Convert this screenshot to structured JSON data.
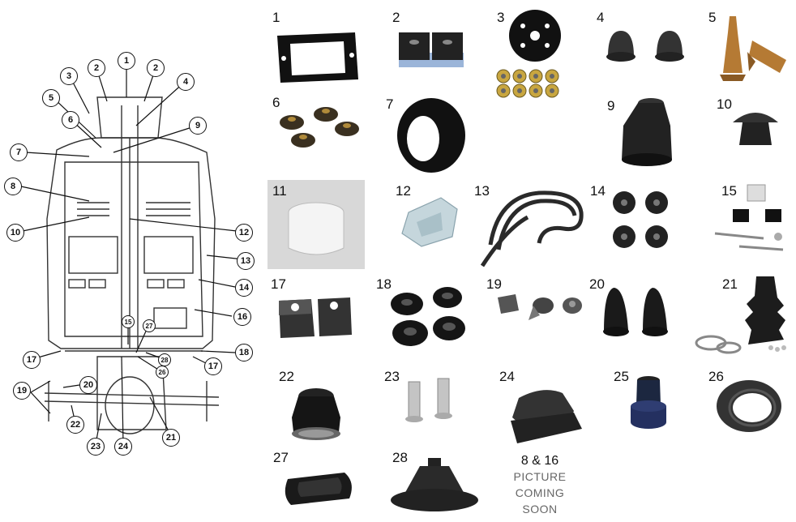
{
  "diagram": {
    "callouts": [
      "1",
      "2",
      "2",
      "3",
      "4",
      "5",
      "6",
      "7",
      "8",
      "9",
      "10",
      "12",
      "13",
      "14",
      "15",
      "16",
      "17",
      "17",
      "18",
      "19",
      "20",
      "21",
      "22",
      "23",
      "24",
      "26",
      "27",
      "28"
    ]
  },
  "parts": [
    {
      "num": "1",
      "icon": "gasket-plate-icon"
    },
    {
      "num": "2",
      "icon": "rubber-pads-icon"
    },
    {
      "num": "3",
      "icon": "coupler-disc-icon"
    },
    {
      "num": "4",
      "icon": "bump-stop-icon"
    },
    {
      "num": "5",
      "icon": "brass-fittings-icon"
    },
    {
      "num": "6",
      "icon": "bushing-set-icon"
    },
    {
      "num": "7",
      "icon": "rubber-ring-icon"
    },
    {
      "num": "9",
      "icon": "rubber-boot-icon"
    },
    {
      "num": "10",
      "icon": "mushroom-grommet-icon"
    },
    {
      "num": "11",
      "icon": "clear-sleeve-icon"
    },
    {
      "num": "12",
      "icon": "clear-bushing-icon"
    },
    {
      "num": "13",
      "icon": "seal-strip-icon"
    },
    {
      "num": "14",
      "icon": "grommet-set-icon"
    },
    {
      "num": "15",
      "icon": "mount-hardware-icon"
    },
    {
      "num": "17",
      "icon": "mount-blocks-icon"
    },
    {
      "num": "18",
      "icon": "mount-rings-icon"
    },
    {
      "num": "19",
      "icon": "small-plugs-icon"
    },
    {
      "num": "20",
      "icon": "bump-stops-icon"
    },
    {
      "num": "21",
      "icon": "cv-boot-kit-icon"
    },
    {
      "num": "22",
      "icon": "cv-boot-icon"
    },
    {
      "num": "23",
      "icon": "metal-sleeves-icon"
    },
    {
      "num": "24",
      "icon": "shift-boot-icon"
    },
    {
      "num": "25",
      "icon": "blue-bushing-icon"
    },
    {
      "num": "26",
      "icon": "round-grommet-icon"
    },
    {
      "num": "27",
      "icon": "oval-grommet-icon"
    },
    {
      "num": "28",
      "icon": "shifter-boot-icon"
    }
  ],
  "coming_soon": {
    "title": "8 & 16",
    "line1": "PICTURE",
    "line2": "COMING",
    "line3": "SOON"
  }
}
